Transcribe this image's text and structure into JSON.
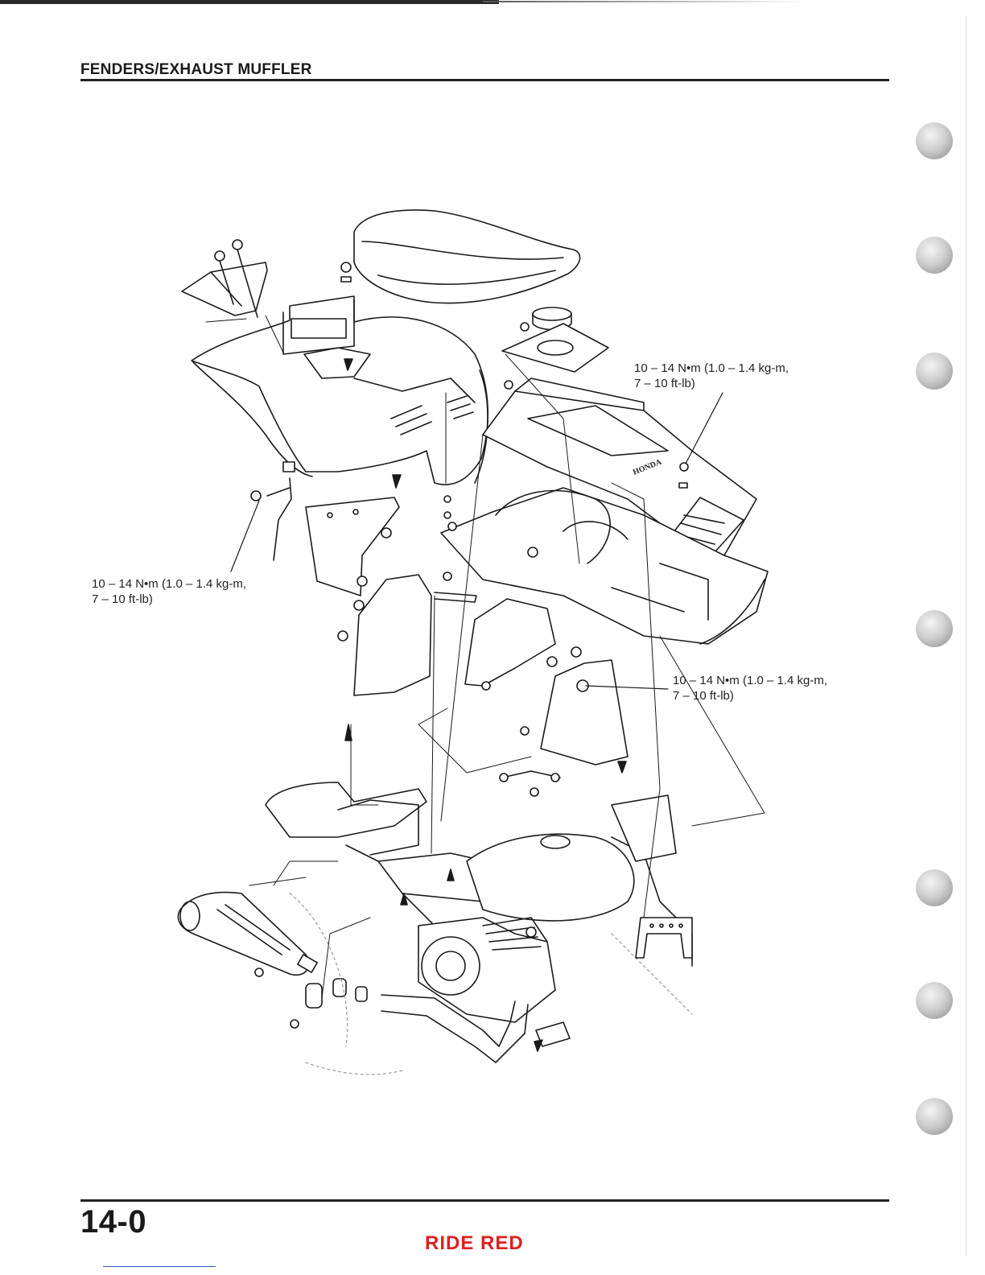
{
  "header": {
    "section_title": "FENDERS/EXHAUST MUFFLER"
  },
  "diagram": {
    "callouts": [
      {
        "line1": "10 – 14 N•m (1.0 – 1.4 kg-m,",
        "line2": "7 – 10 ft-lb)"
      },
      {
        "line1": "10 – 14 N•m (1.0 – 1.4 kg-m,",
        "line2": "7 – 10 ft-lb)"
      },
      {
        "line1": "10 – 14 N•m (1.0 – 1.4 kg-m,",
        "line2": "7 – 10 ft-lb)"
      }
    ],
    "tank_logo": "HONDA"
  },
  "footer": {
    "page_number": "14-0",
    "brand": "RIDE RED"
  }
}
